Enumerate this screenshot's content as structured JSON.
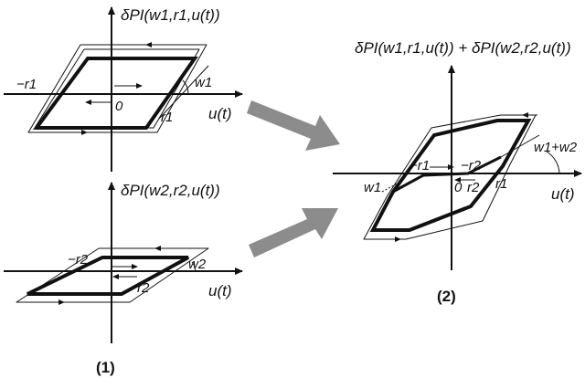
{
  "panel1": {
    "top": {
      "y_label": "δPI(w1,r1,u(t))",
      "x_label": "u(t)",
      "neg_r": "−r1",
      "pos_r": "r1",
      "origin": "0",
      "slope": "w1"
    },
    "bottom": {
      "y_label": "δPI(w2,r2,u(t))",
      "x_label": "u(t)",
      "neg_r": "−r2",
      "pos_r": "r2",
      "slope": "w2"
    },
    "caption": "(1)"
  },
  "panel2": {
    "y_label": "δPI(w1,r1,u(t)) + δPI(w2,r2,u(t))",
    "x_label": "u(t)",
    "neg_r1": "−r1",
    "neg_r2": "−r2",
    "pos_r1": "r1",
    "pos_r2": "r2",
    "origin": "0",
    "slope_small": "w1",
    "slope_sum": "w1+w2",
    "caption": "(2)"
  },
  "colors": {
    "ink": "#111111",
    "arrow_fill": "#8c8c8c"
  }
}
